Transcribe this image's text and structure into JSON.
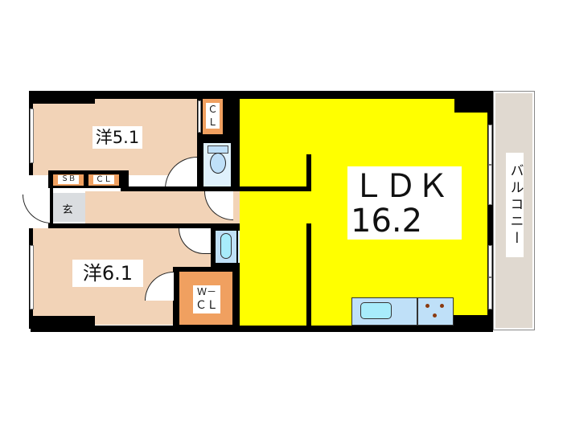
{
  "floorplan": {
    "type": "1LDK+2 apartment floor plan",
    "rooms": [
      {
        "id": "bedroom-1",
        "label": "洋5.1",
        "type": "Western-style room",
        "size_jo": "5.1",
        "color": "#f2d3b7"
      },
      {
        "id": "bedroom-2",
        "label": "洋6.1",
        "type": "Western-style room",
        "size_jo": "6.1",
        "color": "#f2d3b7"
      },
      {
        "id": "ldk",
        "label_line1": "ＬＤＫ",
        "label_line2": "16.2",
        "type": "Living Dining Kitchen",
        "size_jo": "16.2",
        "color": "#ffff00"
      },
      {
        "id": "balcony",
        "label": "バルコニー",
        "type": "Balcony",
        "color": "#e0d9d0"
      }
    ],
    "storage": [
      {
        "id": "closet-1",
        "label_line1": "Ｃ",
        "label_line2": "Ｌ",
        "type": "Closet",
        "color": "#f0a060"
      },
      {
        "id": "shoe-box",
        "label": "ＳＢ",
        "type": "Shoe box",
        "color": "#f0a060"
      },
      {
        "id": "closet-2",
        "label": "ＣＬ",
        "type": "Closet",
        "color": "#f0a060"
      },
      {
        "id": "walk-in-closet",
        "label_line1": "Ｗ－",
        "label_line2": "ＣＬ",
        "type": "Walk-in closet",
        "color": "#f0a060"
      }
    ],
    "entrance": {
      "label": "玄",
      "color": "#dadde0"
    },
    "wet_areas": [
      "toilet",
      "washroom",
      "bathroom",
      "kitchen"
    ]
  }
}
